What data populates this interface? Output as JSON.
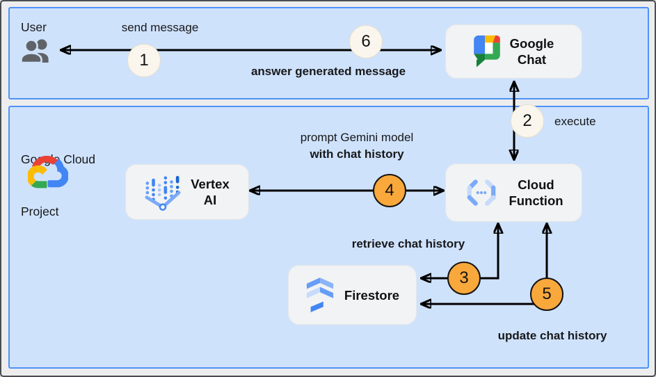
{
  "diagram": {
    "user_zone": {
      "label": "User"
    },
    "cloud_zone": {
      "label_line1": "Google Cloud",
      "label_line2": "Project"
    },
    "nodes": {
      "google_chat": {
        "line1": "Google",
        "line2": "Chat"
      },
      "vertex_ai": {
        "line1": "Vertex",
        "line2": "AI"
      },
      "cloud_function": {
        "line1": "Cloud",
        "line2": "Function"
      },
      "firestore": {
        "label": "Firestore"
      }
    },
    "edge_labels": {
      "send_message": "send message",
      "answer_generated": "answer generated message",
      "execute": "execute",
      "prompt_line1": "prompt Gemini model",
      "prompt_line2": "with chat history",
      "retrieve": "retrieve chat history",
      "update": "update chat history"
    },
    "steps": {
      "s1": "1",
      "s2": "2",
      "s3": "3",
      "s4": "4",
      "s5": "5",
      "s6": "6"
    },
    "colors": {
      "zone_fill": "#cfe2fc",
      "zone_border": "#4e92f8",
      "node_fill": "#f1f3f4",
      "badge_cream": "#faf6ed",
      "badge_orange": "#f9a83c",
      "arrow": "#000000",
      "google_blue": "#4285f4",
      "google_red": "#ea4335",
      "google_yellow": "#fbbc04",
      "google_green": "#34a853"
    }
  }
}
